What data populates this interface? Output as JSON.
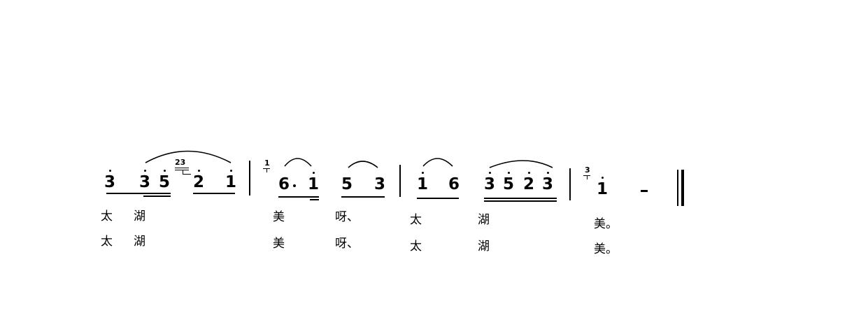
{
  "notation": "jianpu",
  "measures": [
    {
      "notes": [
        {
          "digit": "3",
          "octave": "high"
        },
        {
          "digit": "3",
          "octave": "high"
        },
        {
          "digit": "5",
          "octave": "high",
          "grace_after": "23"
        },
        {
          "digit": "2",
          "octave": "high"
        },
        {
          "digit": "1",
          "octave": "high"
        }
      ]
    },
    {
      "grace_before": "1",
      "notes": [
        {
          "digit": "6",
          "dotted": true
        },
        {
          "digit": "1",
          "octave": "high"
        },
        {
          "digit": "5"
        },
        {
          "digit": "3"
        }
      ]
    },
    {
      "notes": [
        {
          "digit": "1",
          "octave": "high"
        },
        {
          "digit": "6"
        },
        {
          "digit": "3",
          "octave": "high"
        },
        {
          "digit": "5",
          "octave": "high"
        },
        {
          "digit": "2",
          "octave": "high"
        },
        {
          "digit": "3",
          "octave": "high"
        }
      ]
    },
    {
      "grace_before": "3",
      "notes": [
        {
          "digit": "1",
          "octave": "high"
        },
        {
          "digit": "-",
          "type": "extension"
        }
      ]
    }
  ],
  "grace": {
    "g1": "23",
    "g2": "1",
    "g3": "3"
  },
  "digits": {
    "m1": [
      "3",
      "3",
      "5",
      "2",
      "1"
    ],
    "m2": [
      "6",
      "1",
      "5",
      "3"
    ],
    "m3": [
      "1",
      "6",
      "3",
      "5",
      "2",
      "3"
    ],
    "m4": [
      "1"
    ]
  },
  "lyrics": {
    "line1": [
      "太",
      "湖",
      "美",
      "呀、",
      "太",
      "湖",
      "美。"
    ],
    "line2": [
      "太",
      "湖",
      "美",
      "呀、",
      "太",
      "湖",
      "美。"
    ]
  },
  "ending": "final-barline"
}
